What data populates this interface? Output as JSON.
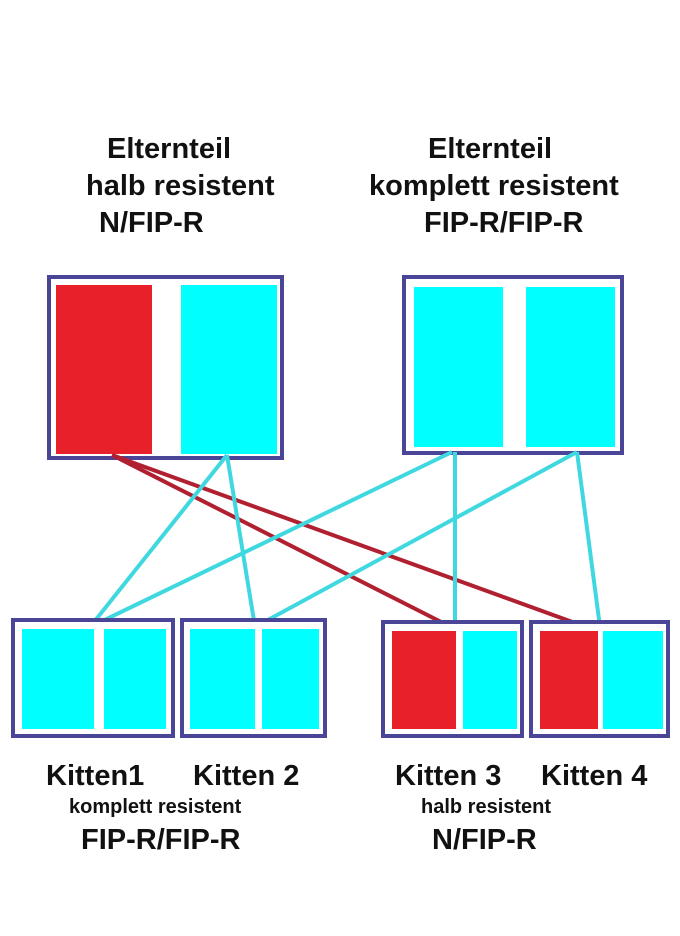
{
  "colors": {
    "resistant": "#00ffff",
    "nonresistant": "#e8202a",
    "border": "#4a4596",
    "line_resistant": "#40d8e0",
    "line_nonresistant": "#b02030"
  },
  "parent1": {
    "title": "Elternteil",
    "status": "halb resistent",
    "genotype": "N/FIP-R",
    "alleles": [
      "N",
      "FIP-R"
    ]
  },
  "parent2": {
    "title": "Elternteil",
    "status": "komplett resistent",
    "genotype": "FIP-R/FIP-R",
    "alleles": [
      "FIP-R",
      "FIP-R"
    ]
  },
  "kittens": [
    {
      "name": "Kitten1",
      "alleles": [
        "FIP-R",
        "FIP-R"
      ]
    },
    {
      "name": "Kitten 2",
      "alleles": [
        "FIP-R",
        "FIP-R"
      ]
    },
    {
      "name": "Kitten 3",
      "alleles": [
        "N",
        "FIP-R"
      ]
    },
    {
      "name": "Kitten 4",
      "alleles": [
        "N",
        "FIP-R"
      ]
    }
  ],
  "groups": [
    {
      "status": "komplett resistent",
      "genotype": "FIP-R/FIP-R"
    },
    {
      "status": "halb resistent",
      "genotype": "N/FIP-R"
    }
  ]
}
